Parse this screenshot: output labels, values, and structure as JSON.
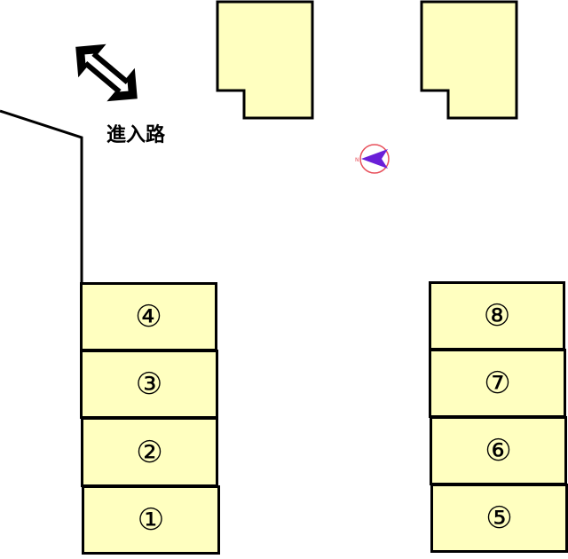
{
  "map": {
    "entrance_label": "進入路",
    "compass_letter": "N",
    "colors": {
      "lot_fill": "#ffffc0",
      "outline": "#000000",
      "compass_ring": "#e8505b",
      "compass_needle": "#6a1fd8"
    },
    "parking_slots": {
      "s1": "①",
      "s2": "②",
      "s3": "③",
      "s4": "④",
      "s5": "⑤",
      "s6": "⑥",
      "s7": "⑦",
      "s8": "⑧"
    }
  }
}
